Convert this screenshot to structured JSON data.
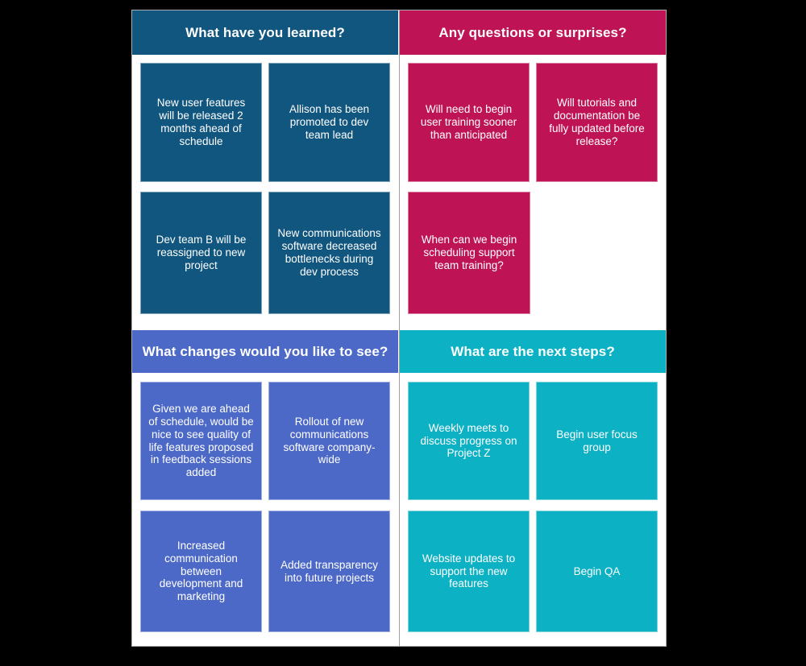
{
  "board": {
    "surface_color": "#ffffff",
    "background_color": "#000000",
    "divider_color": "#a0a0a0",
    "quadrants": [
      {
        "id": "learned",
        "title": "What have you learned?",
        "color": "#11567F",
        "cards": [
          "New user features will be released 2 months ahead of schedule",
          "Allison has been promoted to dev team lead",
          "Dev team B will be reassigned to new project",
          "New communications software decreased bottlenecks during dev process"
        ]
      },
      {
        "id": "questions",
        "title": "Any questions or surprises?",
        "color": "#BE1456",
        "cards": [
          "Will need to begin user training sooner than anticipated",
          "Will tutorials and documentation be fully updated before release?",
          "When can we begin scheduling support team training?"
        ]
      },
      {
        "id": "changes",
        "title": "What changes would you like to see?",
        "color": "#4D69C7",
        "cards": [
          "Given we are ahead of schedule, would be nice to see quality of life features proposed in feedback sessions added",
          "Rollout of new communications software company-wide",
          "Increased communication between development and marketing",
          "Added transparency into future projects"
        ]
      },
      {
        "id": "next-steps",
        "title": "What are the next steps?",
        "color": "#0CB1C4",
        "cards": [
          "Weekly meets to discuss progress on Project Z",
          "Begin user focus group",
          "Website updates to support the new features",
          "Begin QA"
        ]
      }
    ]
  }
}
